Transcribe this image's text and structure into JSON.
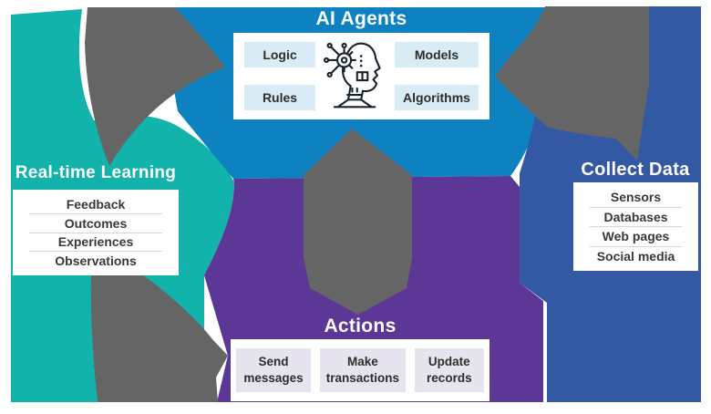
{
  "colors": {
    "teal": "#12b3aa",
    "blue": "#0e82c0",
    "dark_blue": "#3459a4",
    "purple": "#5c3795",
    "arrow_gray": "#656565",
    "chip_light_blue": "#d9ecf6",
    "chip_lavender": "#e7e4f0",
    "card_white": "#ffffff",
    "list_text": "#383838",
    "title_text": "#ffffff"
  },
  "sections": {
    "ai_agents": {
      "title": "AI Agents",
      "icon": "ai-processor-head-icon",
      "chips": [
        "Logic",
        "Rules",
        "Models",
        "Algorithms"
      ]
    },
    "realtime_learning": {
      "title": "Real-time Learning",
      "items": [
        "Feedback",
        "Outcomes",
        "Experiences",
        "Observations"
      ]
    },
    "collect_data": {
      "title": "Collect Data",
      "items": [
        "Sensors",
        "Databases",
        "Web pages",
        "Social media"
      ]
    },
    "actions": {
      "title": "Actions",
      "chips": [
        "Send messages",
        "Make transactions",
        "Update records"
      ]
    }
  }
}
